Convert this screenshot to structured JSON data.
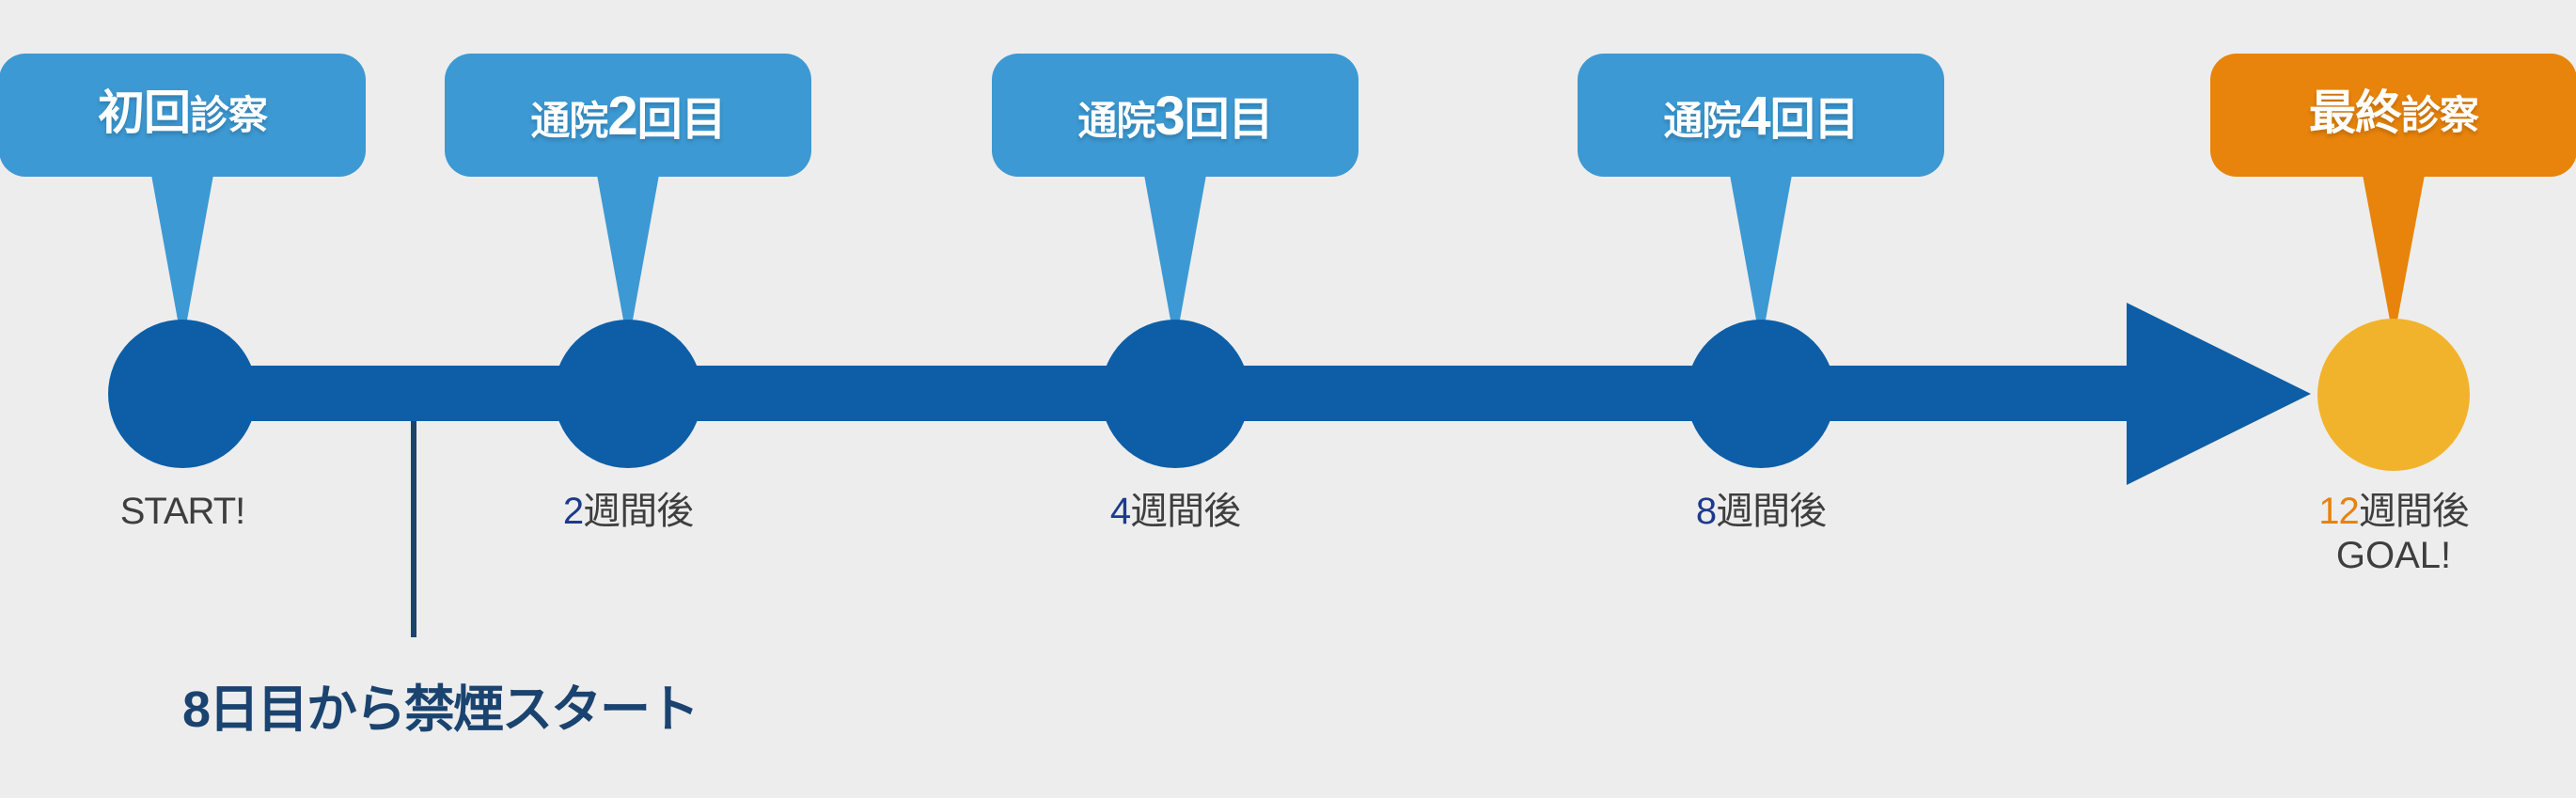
{
  "colors": {
    "background": "#EDEDED",
    "bubble-blue": "#3C99D3",
    "timeline-blue": "#0D5EA6",
    "bubble-orange": "#E8840B",
    "goal-yellow": "#F2B32C",
    "caption-gray": "#3E3E3E",
    "number-navy": "#1D3A8C",
    "number-orange": "#E8820C",
    "annotation-navy": "#1A436F"
  },
  "timeline": {
    "direction": "left-to-right",
    "arrow_icon": "right-arrow"
  },
  "milestones": [
    {
      "name": "first-visit",
      "theme": "blue",
      "bubble_segments": [
        {
          "text": "初回",
          "size": "xl"
        },
        {
          "text": "診察",
          "size": "sm"
        }
      ],
      "caption": {
        "number": "",
        "text": "START!",
        "number_color": "navy"
      }
    },
    {
      "name": "visit-2",
      "theme": "blue",
      "bubble_segments": [
        {
          "text": "通院",
          "size": "sm"
        },
        {
          "text": "2",
          "size": "lg"
        },
        {
          "text": "回目",
          "size": "md"
        }
      ],
      "caption": {
        "number": "2",
        "text": "週間後",
        "number_color": "navy"
      }
    },
    {
      "name": "visit-3",
      "theme": "blue",
      "bubble_segments": [
        {
          "text": "通院",
          "size": "sm"
        },
        {
          "text": "3",
          "size": "lg"
        },
        {
          "text": "回目",
          "size": "md"
        }
      ],
      "caption": {
        "number": "4",
        "text": "週間後",
        "number_color": "navy"
      }
    },
    {
      "name": "visit-4",
      "theme": "blue",
      "bubble_segments": [
        {
          "text": "通院",
          "size": "sm"
        },
        {
          "text": "4",
          "size": "lg"
        },
        {
          "text": "回目",
          "size": "md"
        }
      ],
      "caption": {
        "number": "8",
        "text": "週間後",
        "number_color": "navy"
      }
    },
    {
      "name": "final-visit",
      "theme": "goal",
      "bubble_segments": [
        {
          "text": "最終",
          "size": "xl"
        },
        {
          "text": "診察",
          "size": "sm"
        }
      ],
      "caption": {
        "number": "12",
        "text": "週間後",
        "number_color": "orange",
        "line2": "GOAL!"
      }
    }
  ],
  "annotation": {
    "text": "8日目から禁煙スタート"
  }
}
